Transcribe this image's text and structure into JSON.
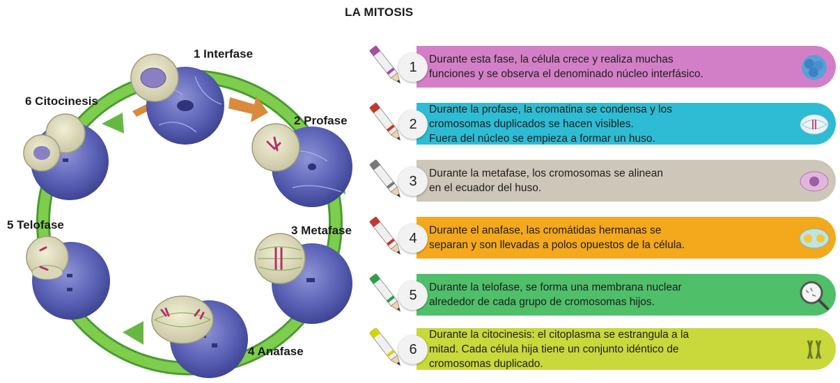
{
  "title": "LA MITOSIS",
  "phases": [
    {
      "label": "1 Interfase"
    },
    {
      "label": "2 Profase"
    },
    {
      "label": "3 Metafase"
    },
    {
      "label": "4 Anafase"
    },
    {
      "label": "5 Telofase"
    },
    {
      "label": "6 Citocinesis"
    }
  ],
  "steps": [
    {
      "number": "1",
      "color": "#d37fc8",
      "lines": [
        "Durante esta fase, la célula crece y realiza muchas",
        "funciones y se observa el denominado núcleo interfásico."
      ]
    },
    {
      "number": "2",
      "color": "#2dbcd3",
      "lines": [
        "Durante la profase, la cromatina se condensa y los",
        "cromosomas duplicados se hacen visibles.",
        "Fuera del núcleo se empieza a formar un huso."
      ]
    },
    {
      "number": "3",
      "color": "#cdc6b9",
      "lines": [
        "Durante la metafase, los cromosomas se alinean",
        "en el ecuador del huso."
      ]
    },
    {
      "number": "4",
      "color": "#f4a81c",
      "lines": [
        "Durante el anafase, las cromátidas hermanas se",
        "separan y son llevadas a polos opuestos de la célula."
      ]
    },
    {
      "number": "5",
      "color": "#4fbf6a",
      "lines": [
        "Durante la telofase, se forma una membrana nuclear",
        "alrededor de cada grupo de cromosomas hijos."
      ]
    },
    {
      "number": "6",
      "color": "#c9d83a",
      "lines": [
        "Durante la citocinesis: el citoplasma se estrangula a la",
        "mitad. Cada célula hija tiene un conjunto idéntico de",
        "cromosomas duplicado."
      ]
    }
  ],
  "colors": {
    "arrow_green": "#67b843",
    "arrow_orange": "#d98a3c",
    "tissue_blue": "#5b62b5"
  }
}
